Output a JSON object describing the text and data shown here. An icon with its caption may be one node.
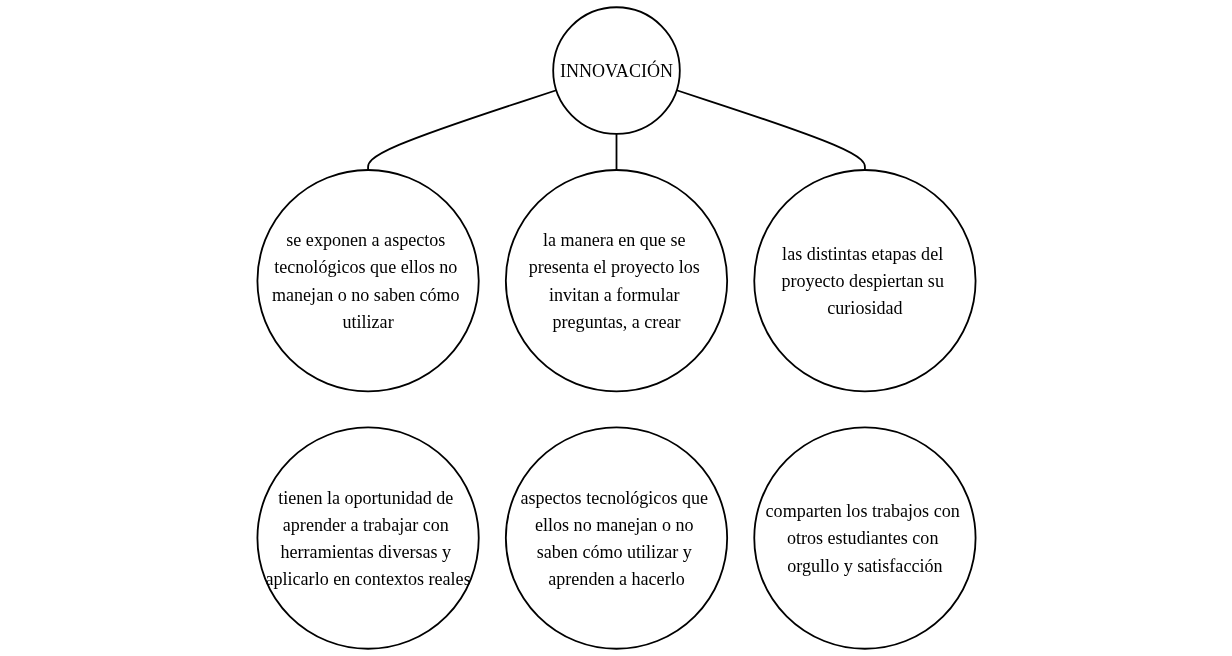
{
  "diagram": {
    "nodes": [
      {
        "text": [
          "INNOVACIÓN"
        ]
      },
      {
        "text": [
          "se exponen a aspectos tecnológicos que ellos no manejan o no saben cómo utilizar"
        ]
      },
      {
        "text": [
          "la manera en que se presenta el proyecto los invitan a formular preguntas, a crear"
        ]
      },
      {
        "text": [
          "las distintas etapas del proyecto despiertan su curiosidad"
        ]
      },
      {
        "text": [
          "tienen la oportunidad de aprender a trabajar con herramientas diversas y aplicarlo en contextos reales"
        ]
      },
      {
        "text": [
          "aspectos tecnológicos que ellos no manejan o no saben cómo utilizar y aprenden a hacerlo"
        ]
      },
      {
        "text": [
          "comparten los trabajos con otros estudiantes con orgullo y satisfacción"
        ]
      }
    ],
    "edges": [
      {
        "from": 0,
        "to": 1,
        "arrow": "none"
      },
      {
        "from": 0,
        "to": 2,
        "arrow": "none"
      },
      {
        "from": 0,
        "to": 3,
        "arrow": "none"
      }
    ]
  }
}
